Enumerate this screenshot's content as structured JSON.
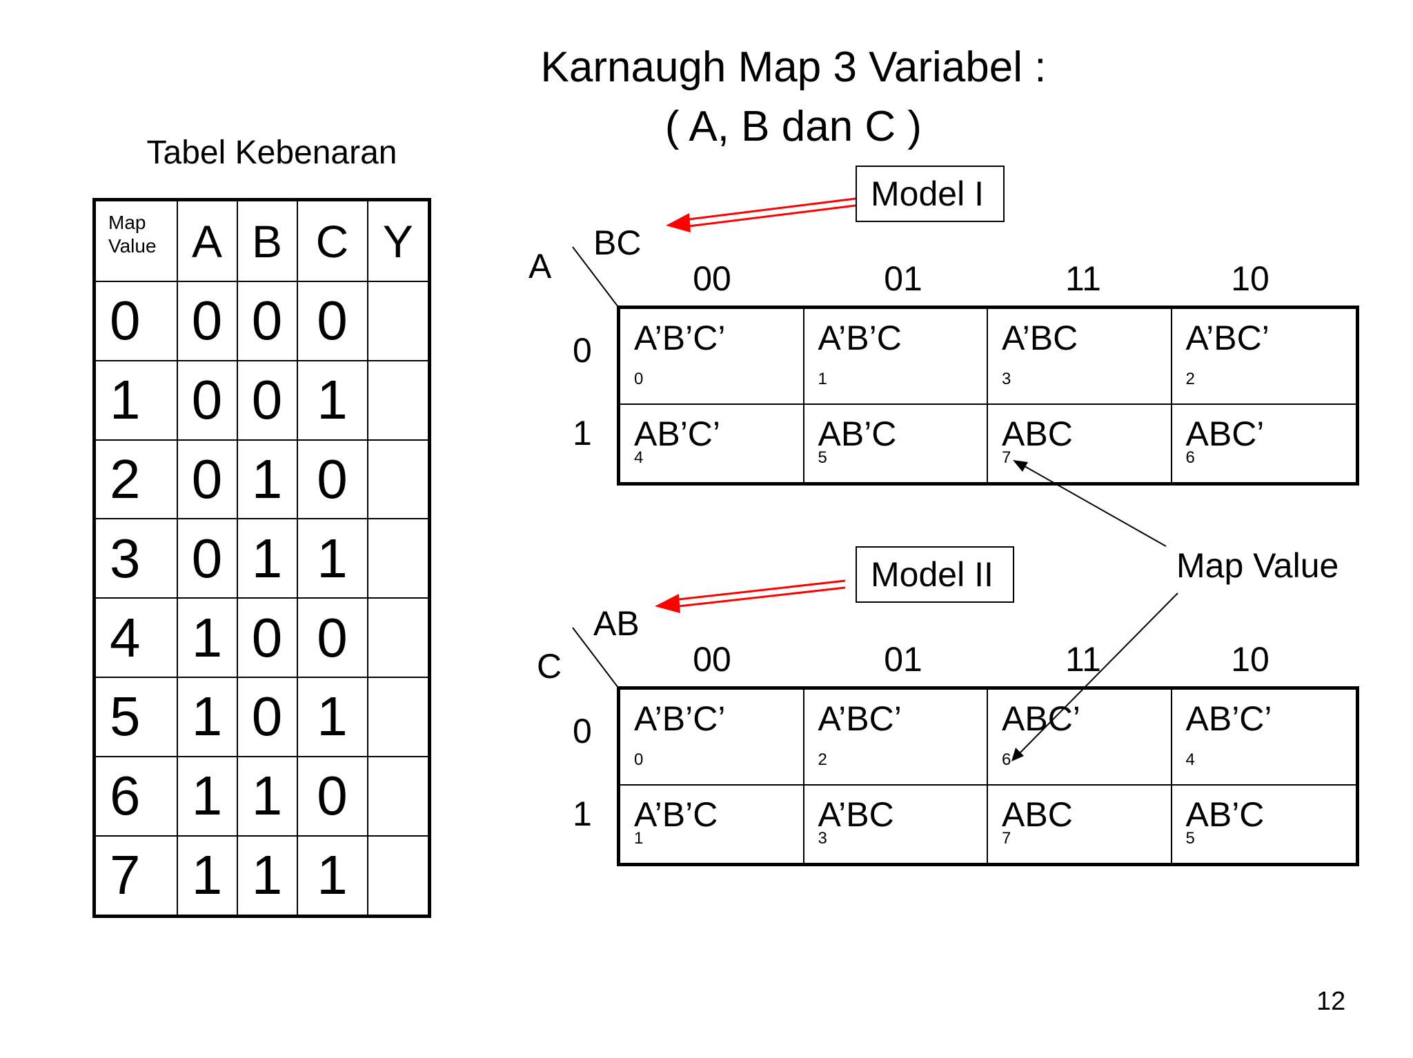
{
  "title_line1": "Karnaugh Map 3 Variabel :",
  "title_line2": "( A, B dan C )",
  "truth_table": {
    "title": "Tabel Kebenaran",
    "header_map_value_line1": "Map",
    "header_map_value_line2": "Value",
    "headers": [
      "A",
      "B",
      "C",
      "Y"
    ],
    "rows": [
      {
        "mv": "0",
        "a": "0",
        "b": "0",
        "c": "0",
        "y": ""
      },
      {
        "mv": "1",
        "a": "0",
        "b": "0",
        "c": "1",
        "y": ""
      },
      {
        "mv": "2",
        "a": "0",
        "b": "1",
        "c": "0",
        "y": ""
      },
      {
        "mv": "3",
        "a": "0",
        "b": "1",
        "c": "1",
        "y": ""
      },
      {
        "mv": "4",
        "a": "1",
        "b": "0",
        "c": "0",
        "y": ""
      },
      {
        "mv": "5",
        "a": "1",
        "b": "0",
        "c": "1",
        "y": ""
      },
      {
        "mv": "6",
        "a": "1",
        "b": "1",
        "c": "0",
        "y": ""
      },
      {
        "mv": "7",
        "a": "1",
        "b": "1",
        "c": "1",
        "y": ""
      }
    ]
  },
  "model1": {
    "label": "Model I",
    "row_var": "A",
    "col_var": "BC",
    "col_headers": [
      "00",
      "01",
      "11",
      "10"
    ],
    "row_headers": [
      "0",
      "1"
    ],
    "cells": [
      [
        {
          "term": "A’B’C’",
          "idx": "0"
        },
        {
          "term": "A’B’C",
          "idx": "1"
        },
        {
          "term": "A’BC",
          "idx": "3"
        },
        {
          "term": "A’BC’",
          "idx": "2"
        }
      ],
      [
        {
          "term": "AB’C’",
          "idx": "4"
        },
        {
          "term": "AB’C",
          "idx": "5"
        },
        {
          "term": "ABC",
          "idx": "7"
        },
        {
          "term": "ABC’",
          "idx": "6"
        }
      ]
    ]
  },
  "model2": {
    "label": "Model II",
    "row_var": "C",
    "col_var": "AB",
    "col_headers": [
      "00",
      "01",
      "11",
      "10"
    ],
    "row_headers": [
      "0",
      "1"
    ],
    "cells": [
      [
        {
          "term": "A’B’C’",
          "idx": "0"
        },
        {
          "term": "A’BC’",
          "idx": "2"
        },
        {
          "term": "ABC’",
          "idx": "6"
        },
        {
          "term": "AB’C’",
          "idx": "4"
        }
      ],
      [
        {
          "term": "A’B’C",
          "idx": "1"
        },
        {
          "term": "A’BC",
          "idx": "3"
        },
        {
          "term": "ABC",
          "idx": "7"
        },
        {
          "term": "AB’C",
          "idx": "5"
        }
      ]
    ]
  },
  "map_value_label": "Map Value",
  "page_number": "12",
  "colors": {
    "arrow_red": "#ff0000",
    "line": "#000000",
    "background": "#ffffff"
  }
}
